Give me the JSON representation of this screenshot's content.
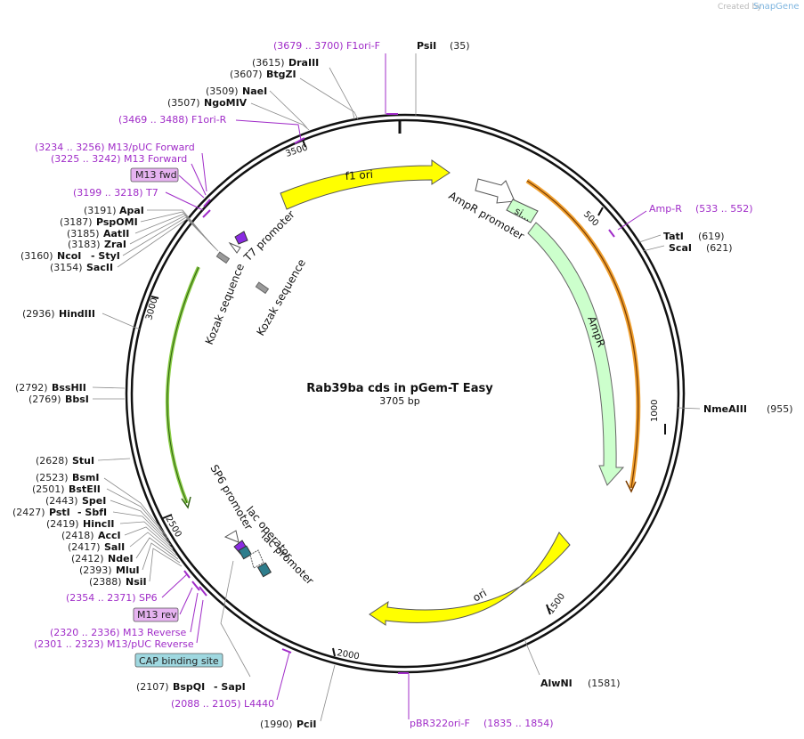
{
  "watermark": {
    "prefix": "Created by",
    "brand": "SnapGene"
  },
  "center": {
    "title": "Rab39ba cds in pGem-T Easy",
    "length": "3705 bp"
  },
  "ring_ticks": [
    "500",
    "1000",
    "1500",
    "2000",
    "2500",
    "3000",
    "3500"
  ],
  "features": {
    "f1_ori": "f1 ori",
    "ampr_promoter": "AmpR promoter",
    "signal": "si...",
    "ampr": "AmpR",
    "ori": "ori",
    "t7_promoter": "T7 promoter",
    "kozak_1": "Kozak sequence",
    "kozak_2": "Kozak sequence",
    "sp6_promoter": "SP6 promoter",
    "lac_operator": "lac operator",
    "lac_promoter": "lac promoter"
  },
  "sites": {
    "dralll": {
      "pos": "(3615)",
      "name": "DraIII"
    },
    "btgzi": {
      "pos": "(3607)",
      "name": "BtgZI"
    },
    "nael": {
      "pos": "(3509)",
      "name": "NaeI"
    },
    "ngomiv": {
      "pos": "(3507)",
      "name": "NgoMIV"
    },
    "psil": {
      "name": "PsiI",
      "pos": "(35)"
    },
    "apai": {
      "pos": "(3191)",
      "name": "ApaI"
    },
    "pspomi": {
      "pos": "(3187)",
      "name": "PspOMI"
    },
    "aatii": {
      "pos": "(3185)",
      "name": "AatII"
    },
    "zrai": {
      "pos": "(3183)",
      "name": "ZraI"
    },
    "ncoi": {
      "pos": "(3160)",
      "name": "NcoI",
      "extra": "- StyI"
    },
    "sacii": {
      "pos": "(3154)",
      "name": "SacII"
    },
    "hindiii": {
      "pos": "(2936)",
      "name": "HindIII"
    },
    "bsshii": {
      "pos": "(2792)",
      "name": "BssHII"
    },
    "bbsi": {
      "pos": "(2769)",
      "name": "BbsI"
    },
    "stui": {
      "pos": "(2628)",
      "name": "StuI"
    },
    "bsmi": {
      "pos": "(2523)",
      "name": "BsmI"
    },
    "bsteii": {
      "pos": "(2501)",
      "name": "BstEII"
    },
    "spei": {
      "pos": "(2443)",
      "name": "SpeI"
    },
    "psti": {
      "pos": "(2427)",
      "name": "PstI",
      "extra": "- SbfI"
    },
    "hincii": {
      "pos": "(2419)",
      "name": "HincII"
    },
    "acci": {
      "pos": "(2418)",
      "name": "AccI"
    },
    "sali": {
      "pos": "(2417)",
      "name": "SalI"
    },
    "ndei": {
      "pos": "(2412)",
      "name": "NdeI"
    },
    "mlui": {
      "pos": "(2393)",
      "name": "MluI"
    },
    "nsii": {
      "pos": "(2388)",
      "name": "NsiI"
    },
    "tati": {
      "name": "TatI",
      "pos": "(619)"
    },
    "scai": {
      "name": "ScaI",
      "pos": "(621)"
    },
    "nmeaiii": {
      "name": "NmeAIII",
      "pos": "(955)"
    },
    "alwni": {
      "name": "AlwNI",
      "pos": "(1581)"
    },
    "bspqi": {
      "pos": "(2107)",
      "name": "BspQI",
      "extra": "- SapI"
    },
    "pcii": {
      "pos": "(1990)",
      "name": "PciI"
    }
  },
  "primers": {
    "f1ori_f": "(3679 .. 3700)  F1ori-F",
    "f1ori_r": "(3469 .. 3488)  F1ori-R",
    "m13puc_fwd": "(3234 .. 3256)  M13/pUC Forward",
    "m13_fwd": "(3225 .. 3242)  M13 Forward",
    "m13_fwd_box": "M13 fwd",
    "t7": "(3199 .. 3218)  T7",
    "amp_r": "Amp-R",
    "amp_r_pos": "(533 .. 552)",
    "sp6": "(2354 .. 2371)  SP6",
    "m13_rev_box": "M13 rev",
    "m13_reverse": "(2320 .. 2336)  M13 Reverse",
    "m13puc_rev": "(2301 .. 2323)  M13/pUC Reverse",
    "cap": "CAP binding site",
    "l4440": "(2088 .. 2105)  L4440",
    "pbr322": "pBR322ori-F",
    "pbr322_pos": "(1835 .. 1854)"
  },
  "colors": {
    "f1_ori": "#ffff00",
    "ori": "#ffff00",
    "ampr": "#ccffcc",
    "ampr_outline": "#7fbf7f",
    "amp_primer_orange": "#f0a030",
    "left_arc_green": "#88cc44",
    "primer_purple": "#a02cc8",
    "t7_purple": "#8a2be2",
    "lac_teal": "#2e7d8c",
    "gray_feature": "#9a9a9a",
    "box_pink": "#e6b3f0",
    "box_cyan": "#9fd8e0"
  }
}
